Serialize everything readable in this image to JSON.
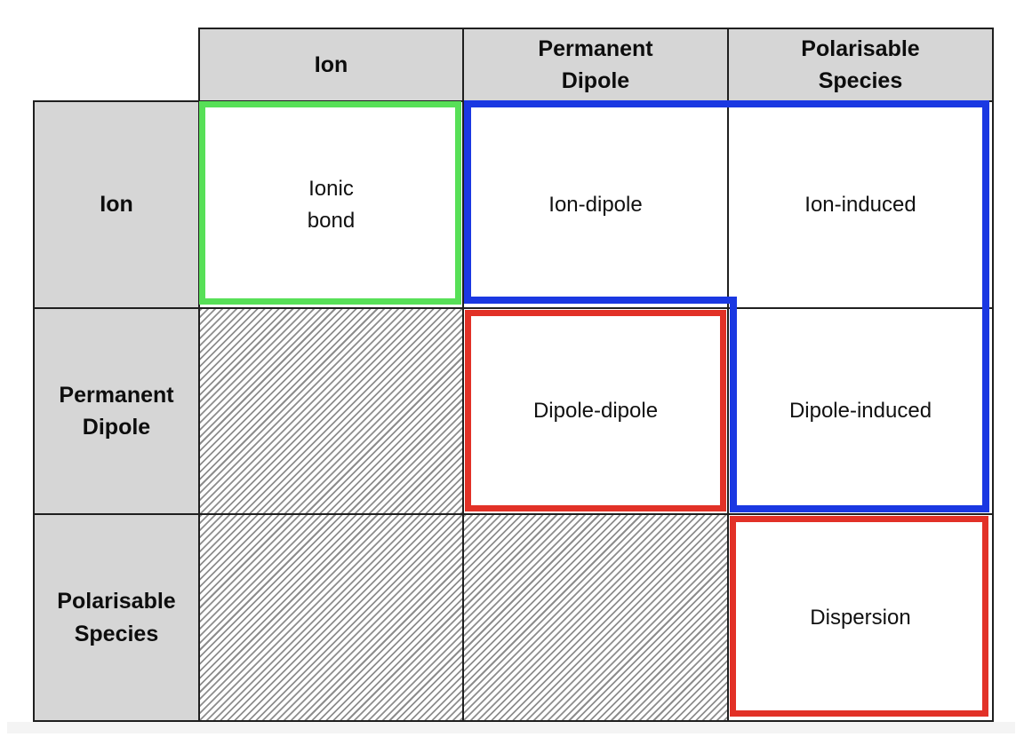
{
  "matrix": {
    "column_headers": [
      "Ion",
      "Permanent\nDipole",
      "Polarisable\nSpecies"
    ],
    "row_headers": [
      "Ion",
      "Permanent\nDipole",
      "Polarisable\nSpecies"
    ],
    "cells": {
      "ionic_bond": "Ionic\nbond",
      "ion_dipole": "Ion-dipole",
      "ion_induced": "Ion-induced",
      "dipole_dipole": "Dipole-dipole",
      "dipole_induced": "Dipole-induced",
      "dispersion": "Dispersion"
    },
    "highlights": {
      "green_outline_cells": [
        "ionic_bond"
      ],
      "blue_outline_cells": [
        "ion_dipole",
        "ion_induced",
        "dipole_induced"
      ],
      "red_outline_cells": [
        "dipole_dipole",
        "dispersion"
      ],
      "hatched_empty_cells": [
        "permanent_dipole_x_ion",
        "polarisable_species_x_ion",
        "polarisable_species_x_permanent_dipole"
      ]
    },
    "colors": {
      "green": "#57e057",
      "blue": "#1a38e2",
      "red": "#e23127",
      "header_bg": "#d6d6d6",
      "grid_line": "#1f1f1f"
    }
  }
}
